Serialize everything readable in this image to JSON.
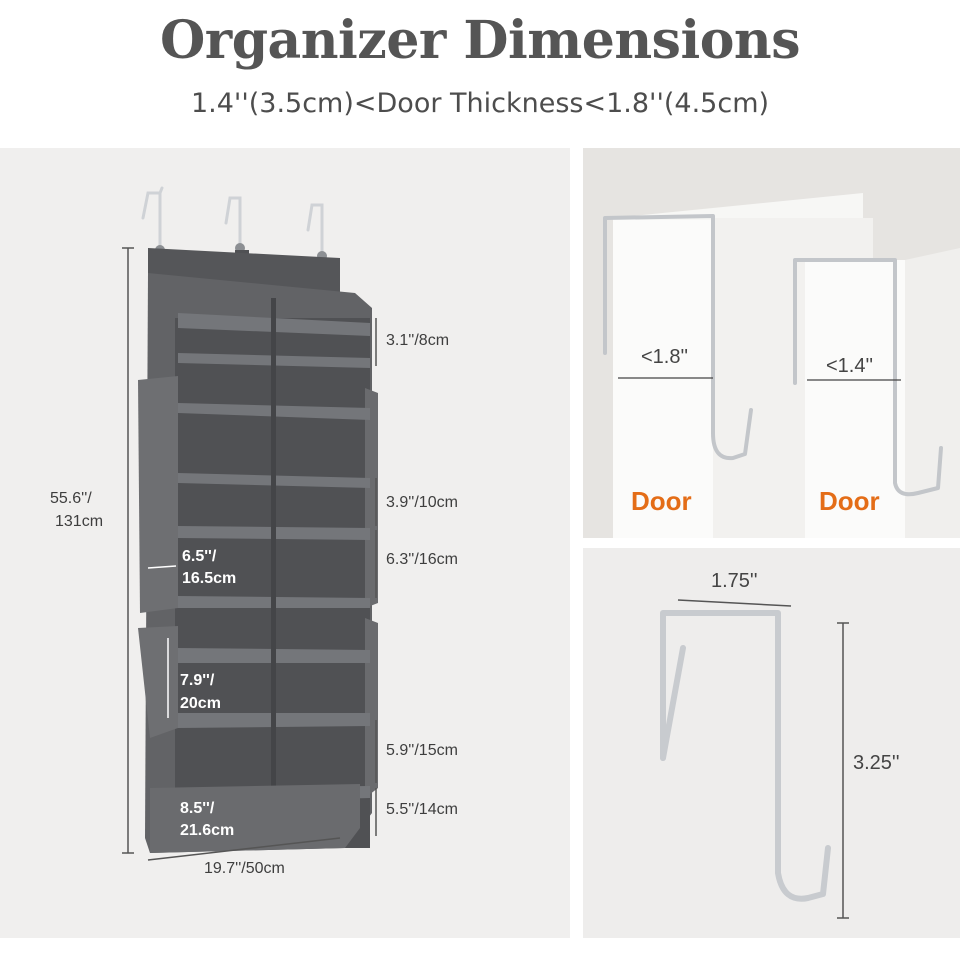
{
  "title": "Organizer Dimensions",
  "subtitle": "1.4''(3.5cm)<Door Thickness<1.8''(4.5cm)",
  "organizer": {
    "height_in": "55.6''/",
    "height_cm": "131cm",
    "width": "19.7''/50cm",
    "pocket_top": "3.1''/8cm",
    "pocket_a": "3.9''/10cm",
    "pocket_b": "6.3''/16cm",
    "pocket_c": "5.9''/15cm",
    "pocket_d": "5.5''/14cm",
    "side_depth_in": "6.5''/",
    "side_depth_cm": "16.5cm",
    "side_pocket_in": "7.9''/",
    "side_pocket_cm": "20cm",
    "bottom_depth_in": "8.5''/",
    "bottom_depth_cm": "21.6cm"
  },
  "door_fit": {
    "max_label": "<1.8''",
    "min_label": "<1.4''",
    "door_word": "Door"
  },
  "hook": {
    "width": "1.75''",
    "height": "3.25''"
  },
  "colors": {
    "accent": "#e46d17",
    "fabric": "#5f6063",
    "background": "#f0efee"
  }
}
